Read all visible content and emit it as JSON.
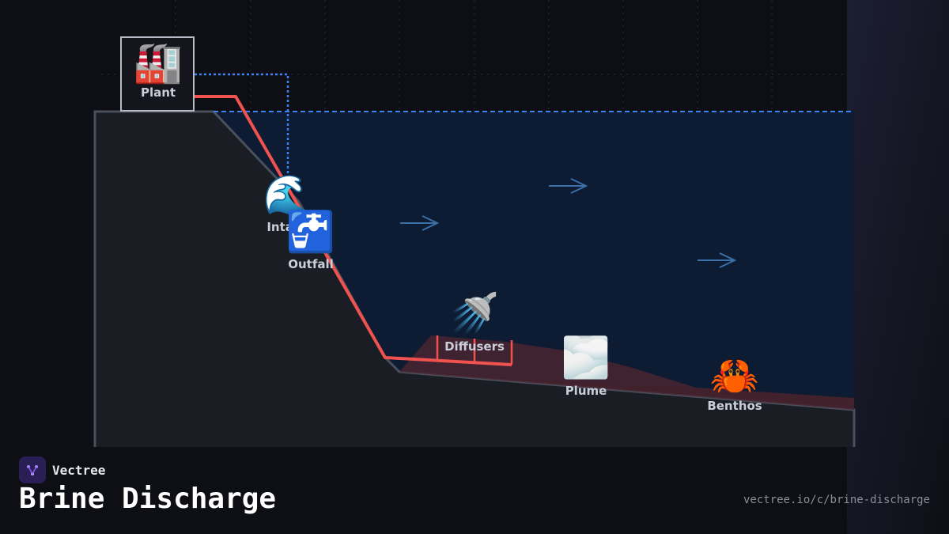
{
  "diagram": {
    "nodes": [
      {
        "id": "plant",
        "label": "Plant",
        "icon": "🏭",
        "icon_name": "factory-icon"
      },
      {
        "id": "intake",
        "label": "Intake",
        "icon": "🌊",
        "icon_name": "wave-icon"
      },
      {
        "id": "outfall",
        "label": "Outfall",
        "icon": "🚰",
        "icon_name": "potable-water-icon"
      },
      {
        "id": "diffusers",
        "label": "Diffusers",
        "icon": "🚿",
        "icon_name": "shower-icon"
      },
      {
        "id": "plume",
        "label": "Plume",
        "icon": "🌫️",
        "icon_name": "fog-icon"
      },
      {
        "id": "benthos",
        "label": "Benthos",
        "icon": "🦀",
        "icon_name": "crab-icon"
      }
    ],
    "colors": {
      "brine_pipe": "#f0524f",
      "intake_line": "#3b82f6",
      "sea": "#0d1b33",
      "seabed": "#1b1d24",
      "plume": "#4a2530",
      "current_arrow": "#3b6fa8"
    }
  },
  "footer": {
    "brand": "Vectree",
    "title": "Brine Discharge",
    "url": "vectree.io/c/brine-discharge"
  }
}
